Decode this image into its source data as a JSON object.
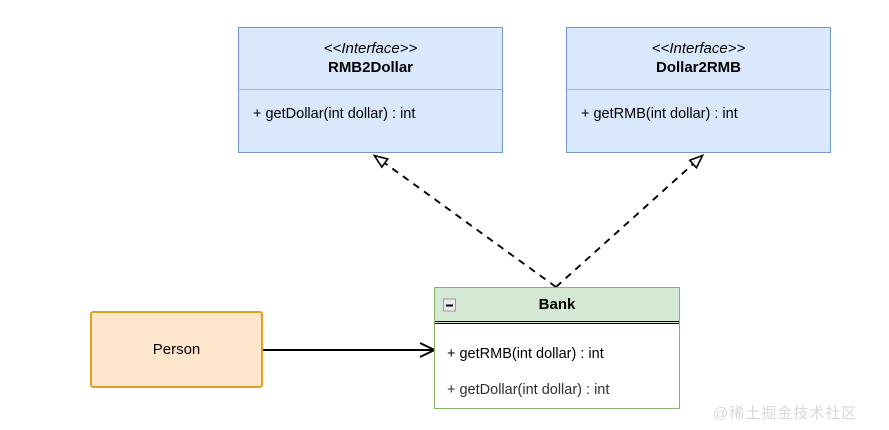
{
  "diagram": {
    "type": "uml-class-diagram",
    "background": "#ffffff",
    "watermark": "@稀土掘金技术社区"
  },
  "colors": {
    "interface_fill": "#dae8fc",
    "interface_stroke": "#7396ce",
    "class_header_fill": "#d5e8d4",
    "class_stroke": "#82b366",
    "actor_fill": "#ffe6cc",
    "actor_stroke": "#e0a024",
    "edge_stroke": "#000000",
    "watermark_color": "#d8d8d8"
  },
  "nodes": {
    "rmb2dollar": {
      "stereotype": "<<Interface>>",
      "name": "RMB2Dollar",
      "members": [
        "+ getDollar(int dollar) : int"
      ]
    },
    "dollar2rmb": {
      "stereotype": "<<Interface>>",
      "name": "Dollar2RMB",
      "members": [
        "+ getRMB(int dollar) : int"
      ]
    },
    "bank": {
      "name": "Bank",
      "collapse_icon": "minus-box-icon",
      "members": [
        "+ getRMB(int dollar) : int",
        "+ getDollar(int dollar) : int"
      ]
    },
    "person": {
      "name": "Person"
    }
  },
  "edges": [
    {
      "id": "bank-realizes-rmb2dollar",
      "from": "bank",
      "to": "rmb2dollar",
      "relation": "realization",
      "line": "dashed",
      "arrowhead": "hollow-triangle"
    },
    {
      "id": "bank-realizes-dollar2rmb",
      "from": "bank",
      "to": "dollar2rmb",
      "relation": "realization",
      "line": "dashed",
      "arrowhead": "hollow-triangle"
    },
    {
      "id": "person-uses-bank",
      "from": "person",
      "to": "bank",
      "relation": "association",
      "line": "solid",
      "arrowhead": "open-arrow"
    }
  ]
}
